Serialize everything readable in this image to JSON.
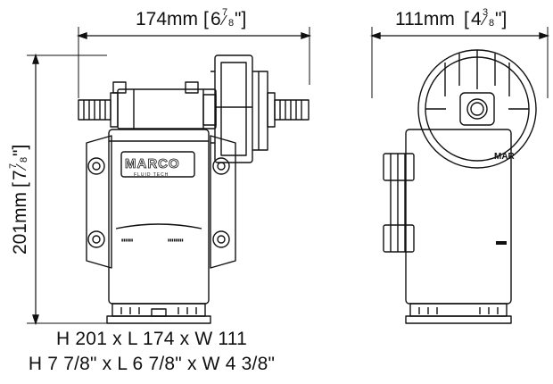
{
  "dimensions": {
    "length": {
      "metric": "174mm",
      "inch_whole": "6",
      "inch_num": "7",
      "inch_den": "8"
    },
    "width": {
      "metric": "111mm",
      "inch_whole": "4",
      "inch_num": "3",
      "inch_den": "8"
    },
    "height": {
      "metric": "201mm",
      "inch_whole": "7",
      "inch_num": "7",
      "inch_den": "8"
    }
  },
  "summary": {
    "metric": "H 201 x L 174 x W 111",
    "imperial": "H 7 7/8\" x L 6 7/8\" x W 4 3/8\""
  },
  "labels": {
    "brand": "MARCO",
    "brand_sub": "FLUID TECH",
    "side_brand": "MAR"
  }
}
